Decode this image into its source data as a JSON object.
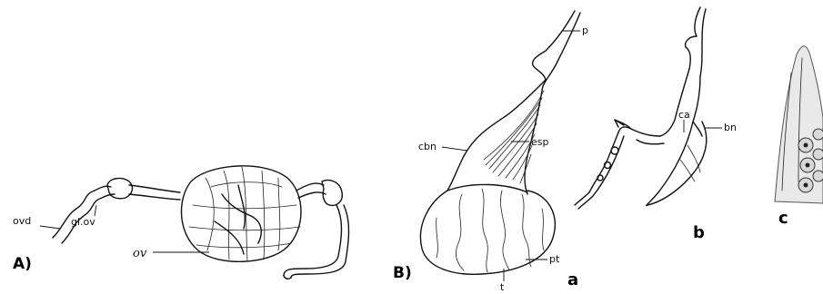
{
  "panels": {
    "A": {
      "panel_label": "A)",
      "labels": {
        "oviduct": "ovd",
        "oviducal_gland": "gl.ov",
        "ovary": "ov"
      }
    },
    "B": {
      "panel_label": "B)",
      "labels": {
        "peduncle": "p",
        "cbn": "cbn",
        "esp": "esp",
        "pt": "pt",
        "t": "t",
        "ca": "ca",
        "bn": "bn"
      },
      "sub_labels": {
        "a": "a",
        "b": "b",
        "c": "c"
      }
    }
  }
}
